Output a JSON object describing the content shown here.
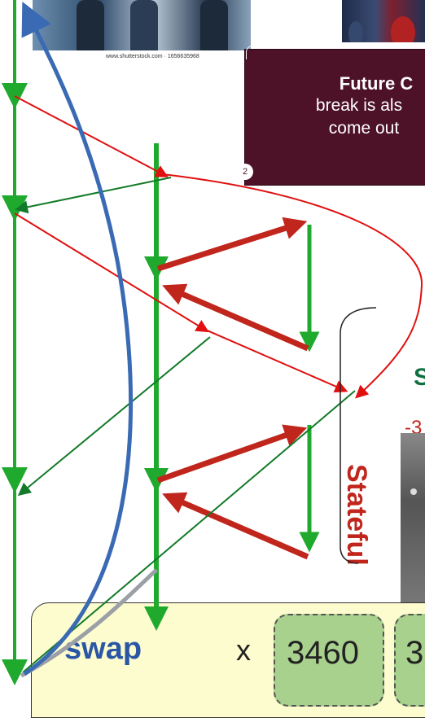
{
  "photo_credit": "www.shutterstock.com · 1656635968",
  "card": {
    "title": "Future C",
    "line1": "break is als",
    "line2": "come out",
    "badge": "2"
  },
  "side_text_green": "S",
  "side_text_red": "-3",
  "stateful_label": "Stateful",
  "bottom": {
    "swap_label": "swap",
    "x_label": "x",
    "box1_value": "3460",
    "box2_value": "3"
  },
  "colors": {
    "green": "#1faa2e",
    "dark_green": "#127a28",
    "red": "#e01010",
    "dark_red": "#c0261c",
    "blue": "#3a6ab4",
    "card_bg": "#4d1128",
    "panel_bg": "#fdfccf",
    "box_bg": "#a9d18e"
  }
}
